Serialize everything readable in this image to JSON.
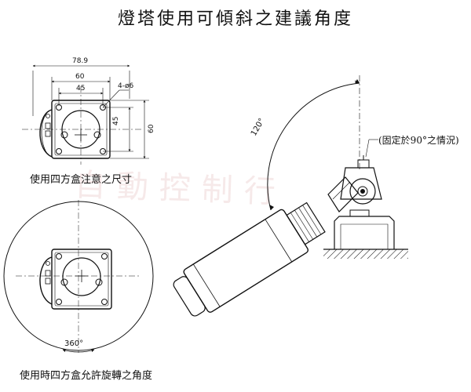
{
  "title": "燈塔使用可傾斜之建議角度",
  "top_view": {
    "caption": "使用四方盒注意之尺寸",
    "dim_overall_width": "78.9",
    "dim_width": "60",
    "dim_inner_width": "45",
    "dim_holes": "4-ø6",
    "dim_inner_height": "45",
    "dim_height": "60"
  },
  "rotation_view": {
    "caption": "使用時四方盒允許旋轉之角度",
    "angle_label": "360°"
  },
  "side_view": {
    "angle_label": "120°",
    "callout": "(固定於90°之情況)"
  },
  "watermark": "自動控制行"
}
